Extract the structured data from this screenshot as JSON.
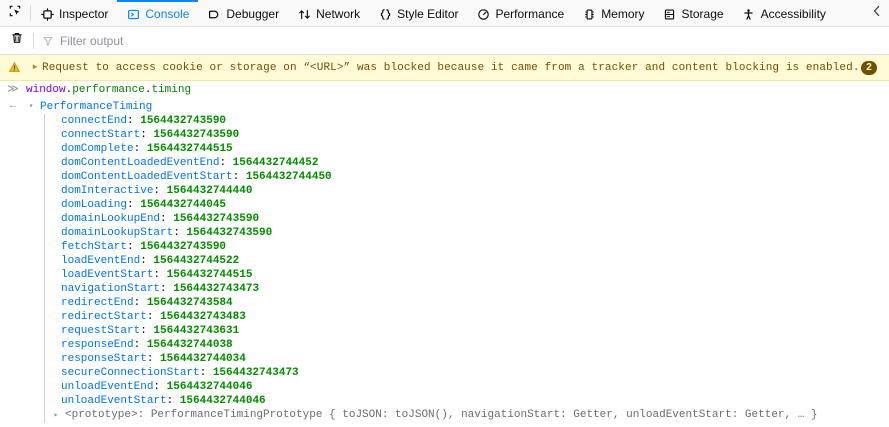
{
  "toolbar": {
    "picker_icon": "element-picker-icon",
    "overflow_icon": "chevron-left-icon",
    "tabs": [
      {
        "id": "inspector",
        "label": "Inspector",
        "icon": "inspector-icon",
        "selected": false
      },
      {
        "id": "console",
        "label": "Console",
        "icon": "console-icon",
        "selected": true
      },
      {
        "id": "debugger",
        "label": "Debugger",
        "icon": "debugger-icon",
        "selected": false
      },
      {
        "id": "network",
        "label": "Network",
        "icon": "network-icon",
        "selected": false
      },
      {
        "id": "style-editor",
        "label": "Style Editor",
        "icon": "style-editor-icon",
        "selected": false
      },
      {
        "id": "performance",
        "label": "Performance",
        "icon": "performance-icon",
        "selected": false
      },
      {
        "id": "memory",
        "label": "Memory",
        "icon": "memory-icon",
        "selected": false
      },
      {
        "id": "storage",
        "label": "Storage",
        "icon": "storage-icon",
        "selected": false
      },
      {
        "id": "accessibility",
        "label": "Accessibility",
        "icon": "accessibility-icon",
        "selected": false
      }
    ]
  },
  "filter_bar": {
    "clear_icon": "trash-icon",
    "filter_icon": "funnel-icon",
    "placeholder": "Filter output",
    "value": ""
  },
  "warning": {
    "icon": "warning-triangle-icon",
    "expand_icon": "triangle-right-icon",
    "message": "Request to access cookie or storage on “<URL>” was blocked because it came from a tracker and content blocking is enabled.",
    "count": "2",
    "background_color": "#fffbd6",
    "text_color": "#715100"
  },
  "console": {
    "prompt_marker": "≫",
    "result_marker": "←",
    "command": {
      "root": "window",
      "sep": ".",
      "member1": "performance",
      "member2": "timing"
    },
    "result": {
      "twisty": "▾",
      "object_name": "PerformanceTiming",
      "properties": [
        {
          "key": "connectEnd",
          "value": "1564432743590"
        },
        {
          "key": "connectStart",
          "value": "1564432743590"
        },
        {
          "key": "domComplete",
          "value": "1564432744515"
        },
        {
          "key": "domContentLoadedEventEnd",
          "value": "1564432744452"
        },
        {
          "key": "domContentLoadedEventStart",
          "value": "1564432744450"
        },
        {
          "key": "domInteractive",
          "value": "1564432744440"
        },
        {
          "key": "domLoading",
          "value": "1564432744045"
        },
        {
          "key": "domainLookupEnd",
          "value": "1564432743590"
        },
        {
          "key": "domainLookupStart",
          "value": "1564432743590"
        },
        {
          "key": "fetchStart",
          "value": "1564432743590"
        },
        {
          "key": "loadEventEnd",
          "value": "1564432744522"
        },
        {
          "key": "loadEventStart",
          "value": "1564432744515"
        },
        {
          "key": "navigationStart",
          "value": "1564432743473"
        },
        {
          "key": "redirectEnd",
          "value": "1564432743584"
        },
        {
          "key": "redirectStart",
          "value": "1564432743483"
        },
        {
          "key": "requestStart",
          "value": "1564432743631"
        },
        {
          "key": "responseEnd",
          "value": "1564432744038"
        },
        {
          "key": "responseStart",
          "value": "1564432744034"
        },
        {
          "key": "secureConnectionStart",
          "value": "1564432743473"
        },
        {
          "key": "unloadEventEnd",
          "value": "1564432744046"
        },
        {
          "key": "unloadEventStart",
          "value": "1564432744046"
        }
      ],
      "prototype": {
        "twisty": "▸",
        "text": "<prototype>: PerformanceTimingPrototype { toJSON: toJSON(), navigationStart: Getter, unloadEventStart: Getter, … }"
      }
    }
  },
  "colors": {
    "accent": "#0a84ff",
    "key_blue": "#0074e8",
    "number_green": "#058b00",
    "string_purple": "#8000d7",
    "toolbar_bg": "#f9f9fa"
  }
}
